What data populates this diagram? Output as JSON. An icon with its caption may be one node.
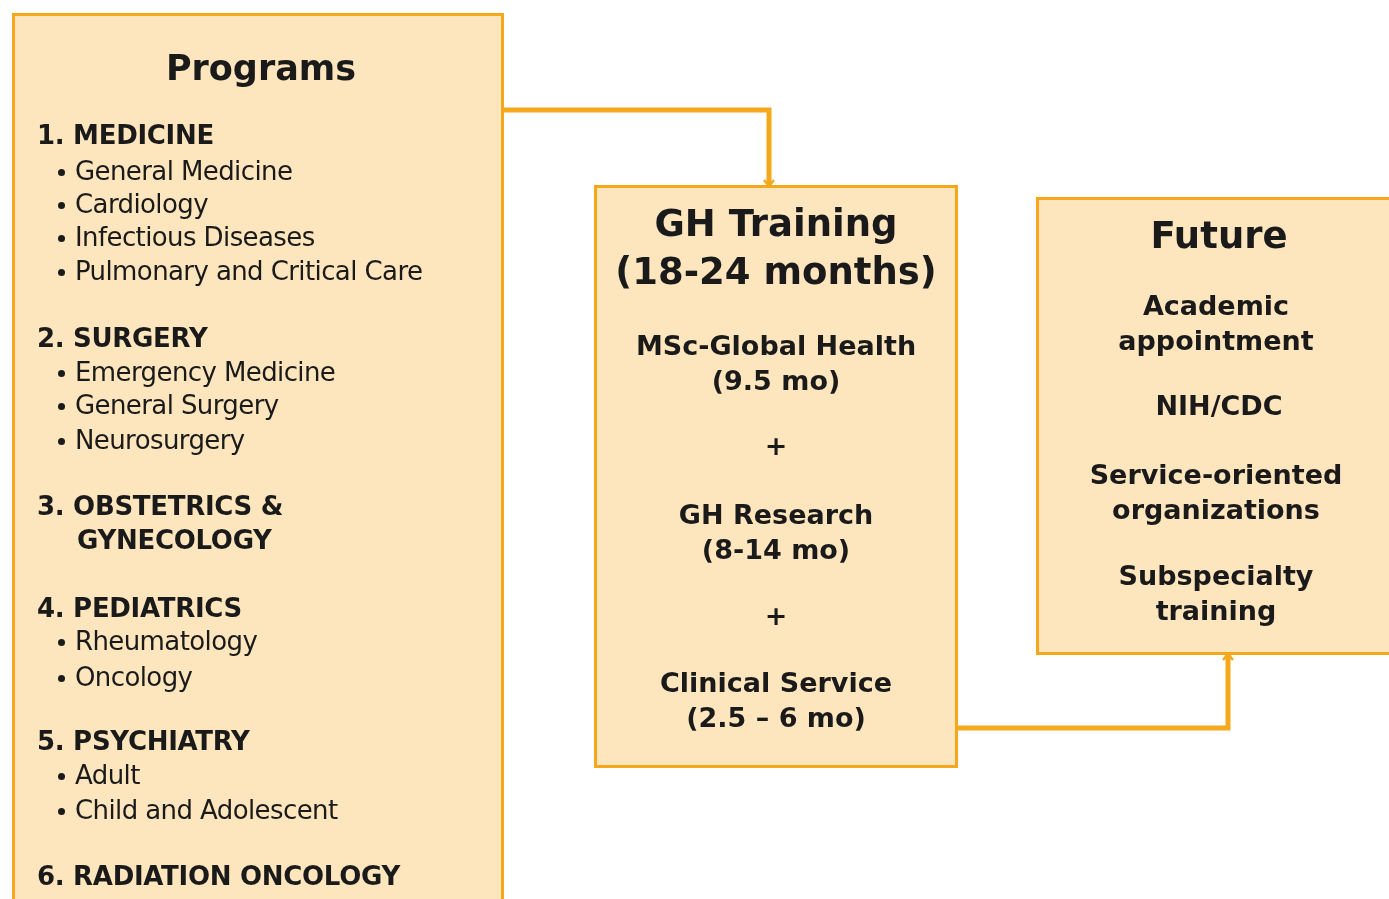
{
  "diagram": {
    "nodes": [
      {
        "text": [
          "Programs",
          "1. MEDICINE",
          "General Medicine",
          "Cardiology",
          "Infectious Diseases",
          "Pulmonary and Critical Care",
          "2. SURGERY",
          "Emergency Medicine",
          "General Surgery",
          "Neurosurgery",
          "3. OBSTETRICS & GYNECOLOGY",
          "4. PEDIATRICS",
          "Rheumatology",
          "Oncology",
          "5. PSYCHIATRY",
          "Adult",
          "Child and Adolescent",
          "6. RADIATION ONCOLOGY"
        ]
      },
      {
        "text": [
          "GH Training (18-24 months)",
          "MSc-Global Health (9.5 mo)",
          "+",
          "GH Research (8-14 mo)",
          "+",
          "Clinical Service (2.5 – 6 mo)"
        ]
      },
      {
        "text": [
          "Future",
          "Academic appointment",
          "NIH/CDC",
          "Service-oriented organizations",
          "Subspecialty training"
        ]
      }
    ],
    "edges": [
      {
        "from": 0,
        "to": 1,
        "arrow": "to"
      },
      {
        "from": 1,
        "to": 2,
        "arrow": "to"
      }
    ]
  }
}
